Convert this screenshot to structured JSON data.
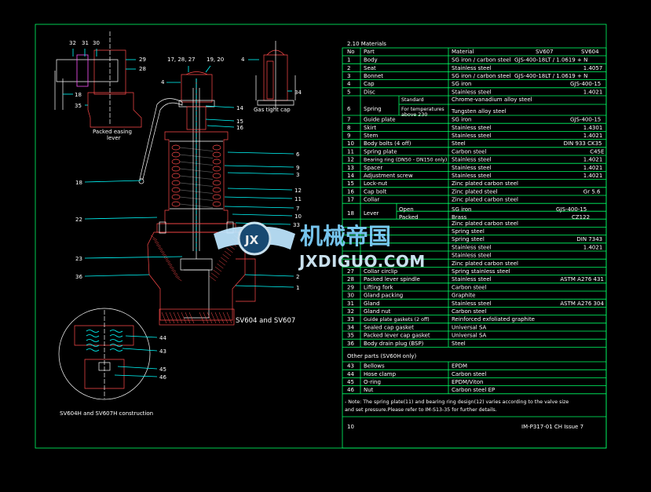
{
  "drawing": {
    "section_title": "2.10    Materials",
    "table_header": {
      "no": "No",
      "part": "Part",
      "material": "Material",
      "c1": "SV607",
      "c2": "SV604"
    },
    "rows": [
      {
        "no": "1",
        "part": "Body",
        "material": "SG iron / carbon steel",
        "grade": "GJS-400-18LT / 1.0619 + N"
      },
      {
        "no": "2",
        "part": "Seat",
        "material": "Stainless steel",
        "grade": "1.4057"
      },
      {
        "no": "3",
        "part": "Bonnet",
        "material": "SG iron / carbon steel",
        "grade": "GJS-400-18LT / 1.0619 + N"
      },
      {
        "no": "4",
        "part": "Cap",
        "material": "SG iron",
        "grade": "GJS-400-15"
      },
      {
        "no": "5",
        "part": "Disc",
        "material": "Stainless steel",
        "grade": "1.4021"
      },
      {
        "no": "7",
        "part": "Guide plate",
        "material": "SG iron",
        "grade": "GJS-400-15"
      },
      {
        "no": "8",
        "part": "Skirt",
        "material": "Stainless steel",
        "grade": "1.4301"
      },
      {
        "no": "9",
        "part": "Stem",
        "material": "Stainless steel",
        "grade": "1.4021"
      },
      {
        "no": "10",
        "part": "Body bolts (4 off)",
        "material": "Steel",
        "grade": "DIN 933 CK35"
      },
      {
        "no": "11",
        "part": "Spring plate",
        "material": "Carbon steel",
        "grade": "C45E"
      },
      {
        "no": "12",
        "part": "Bearing ring (DN50 - DN150 only)",
        "material": "Stainless steel",
        "grade": "1.4021"
      },
      {
        "no": "13",
        "part": "Spacer",
        "material": "Stainless steel",
        "grade": "1.4021"
      },
      {
        "no": "14",
        "part": "Adjustment screw",
        "material": "Stainless steel",
        "grade": "1.4021"
      },
      {
        "no": "15",
        "part": "Lock-nut",
        "material": "Zinc plated carbon steel",
        "grade": ""
      },
      {
        "no": "16",
        "part": "Cap bolt",
        "material": "Zinc plated steel",
        "grade": "Gr 5.6"
      },
      {
        "no": "17",
        "part": "Collar",
        "material": "Zinc plated carbon steel",
        "grade": ""
      },
      {
        "no": "",
        "part": "",
        "material": "Zinc plated carbon steel",
        "grade": ""
      },
      {
        "no": "",
        "part": "",
        "material": "Spring steel",
        "grade": ""
      },
      {
        "no": "",
        "part": "",
        "material": "Spring steel",
        "grade": "DIN 7343"
      },
      {
        "no": "",
        "part": "",
        "material": "Stainless steel",
        "grade": "1.4021"
      },
      {
        "no": "",
        "part": "",
        "material": "Stainless steel",
        "grade": ""
      },
      {
        "no": "",
        "part": "",
        "material": "Zinc plated carbon steel",
        "grade": ""
      },
      {
        "no": "27",
        "part": "Collar circlip",
        "material": "Spring stainless steel",
        "grade": ""
      },
      {
        "no": "28",
        "part": "Packed lever spindle",
        "material": "Stainless steel",
        "grade": "ASTM A276 431"
      },
      {
        "no": "29",
        "part": "Lifting fork",
        "material": "Carbon steel",
        "grade": ""
      },
      {
        "no": "30",
        "part": "Gland packing",
        "material": "Graphite",
        "grade": ""
      },
      {
        "no": "31",
        "part": "Gland",
        "material": "Stainless steel",
        "grade": "ASTM A276 304"
      },
      {
        "no": "32",
        "part": "Gland nut",
        "material": "Carbon steel",
        "grade": ""
      },
      {
        "no": "33",
        "part": "Guide plate gaskets (2 off)",
        "material": "Reinforced exfoliated graphite",
        "grade": ""
      },
      {
        "no": "34",
        "part": "Sealed cap gasket",
        "material": "Universal SA",
        "grade": ""
      },
      {
        "no": "35",
        "part": "Packed lever cap gasket",
        "material": "Universal SA",
        "grade": ""
      },
      {
        "no": "36",
        "part": "Body drain plug (BSP)",
        "material": "Steel",
        "grade": ""
      }
    ],
    "row6": {
      "no": "6",
      "part": "Spring",
      "sub1": "Standard",
      "sub2a": "For temperatures",
      "sub2b": "above 230",
      "mat1": "Chrome-vanadium alloy steel",
      "mat2": "Tungsten alloy steel"
    },
    "row18": {
      "no": "18",
      "part": "Lever",
      "sub1": "Open",
      "sub2": "Packed",
      "mat1": "SG iron",
      "mat2": "Brass",
      "grade1": "GJS-400-15",
      "grade2": "CZ122"
    },
    "other_title": "Other parts (SV60H only)",
    "other_rows": [
      {
        "no": "43",
        "part": "Bellows",
        "material": "EPDM"
      },
      {
        "no": "44",
        "part": "Hose clamp",
        "material": "Carbon steel"
      },
      {
        "no": "45",
        "part": "O-ring",
        "material": "EPDM/Viton"
      },
      {
        "no": "46",
        "part": "Nut",
        "material": "Carbon steel EP"
      }
    ],
    "note_1": "- Note: The spring plate(11) and bearing ring design(12) varies according to the valve size",
    "note_2": "  and set pressure.Please refer to IM-S13-35 for further details.",
    "page_no": "10",
    "doc_ref": "IM-P317-01   CH Issue 7",
    "caption_main": "SV604 and SV607",
    "caption_sub": "SV604H and SV607H construction",
    "caption_easing": [
      "Packed easing",
      "lever"
    ],
    "caption_gas": "Gas tight cap",
    "callouts_top": [
      "32",
      "31",
      "30",
      "29",
      "28",
      "18",
      "35",
      "17, 28, 27",
      "19, 20",
      "4",
      "4",
      "34"
    ],
    "callouts_right": [
      "14",
      "15",
      "16",
      "6",
      "9",
      "3",
      "12",
      "11",
      "7",
      "10",
      "33",
      "2",
      "1"
    ],
    "callouts_left": [
      "18",
      "22",
      "23",
      "36"
    ],
    "callouts_detail": [
      "44",
      "43",
      "45",
      "46"
    ]
  },
  "watermark": {
    "cn": "机械帝国",
    "en": "JXDIGUO.COM",
    "badge": "JX"
  },
  "colors": {
    "background": "#000000",
    "frame": "#00ff66",
    "text": "#ffffff",
    "section": "#ff4a4a",
    "leader": "#00ffff",
    "watermark": "#7fd3ff"
  }
}
